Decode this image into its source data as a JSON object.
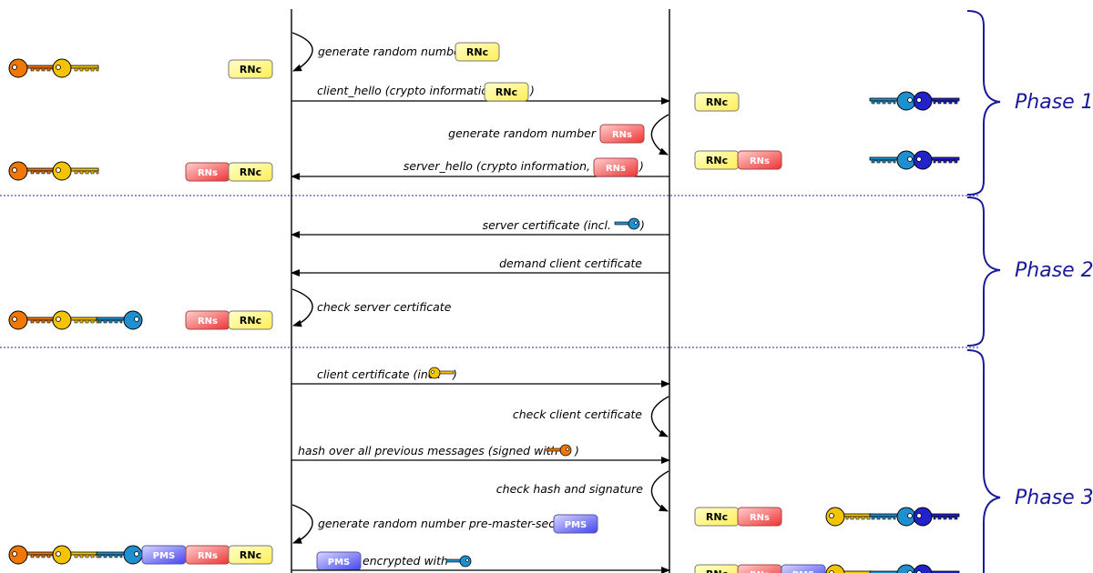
{
  "phases": [
    "Phase 1",
    "Phase 2",
    "Phase 3"
  ],
  "tokens": {
    "rnc": "RNc",
    "rns": "RNs",
    "pms": "PMS"
  },
  "messages": {
    "gen_rn_client": "generate random number",
    "client_hello": "client_hello (crypto information,",
    "close_paren": ")",
    "gen_rn_server": "generate random number",
    "server_hello": "server_hello (crypto information,",
    "server_cert": "server certificate (incl.",
    "demand_cert": "demand client certificate",
    "check_server_cert": "check server certificate",
    "client_cert": "client certificate (incl.",
    "check_client_cert": "check client certificate",
    "hash_msgs": "hash over all previous messages (signed with",
    "check_hash": "check hash and signature",
    "gen_pms": "generate random number pre-master-secret",
    "encrypted_with": "encrypted with"
  },
  "colors": {
    "client_private_key": "#f07800",
    "client_public_key": "#f5c400",
    "server_public_key": "#1e90d0",
    "server_private_key": "#2222cc",
    "rnc_fill": "#ffff99",
    "rns_fill": "#ff7777",
    "pms_fill": "#7777ff",
    "phase_text": "#1a1a9a"
  }
}
